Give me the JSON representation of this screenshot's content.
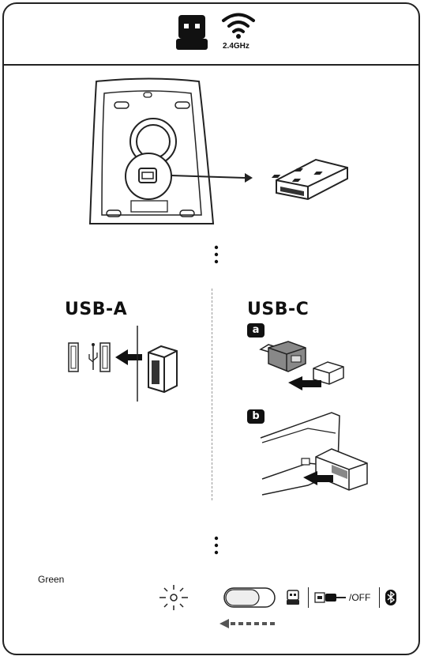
{
  "header": {
    "frequency_label": "2.4GHz",
    "icons": [
      "usb-receiver-icon",
      "wireless-signal-icon"
    ]
  },
  "install": {
    "usb_a_title": "USB-A",
    "usb_c_title": "USB-C",
    "step_a_badge": "a",
    "step_b_badge": "b"
  },
  "status": {
    "led_color_label": "Green",
    "switch_off_label": "/OFF",
    "icons": [
      "led-blink-icon",
      "mode-switch-icon",
      "receiver-mode-icon",
      "usb-cable-mode-icon",
      "bluetooth-icon",
      "slide-direction-arrow-icon"
    ]
  }
}
